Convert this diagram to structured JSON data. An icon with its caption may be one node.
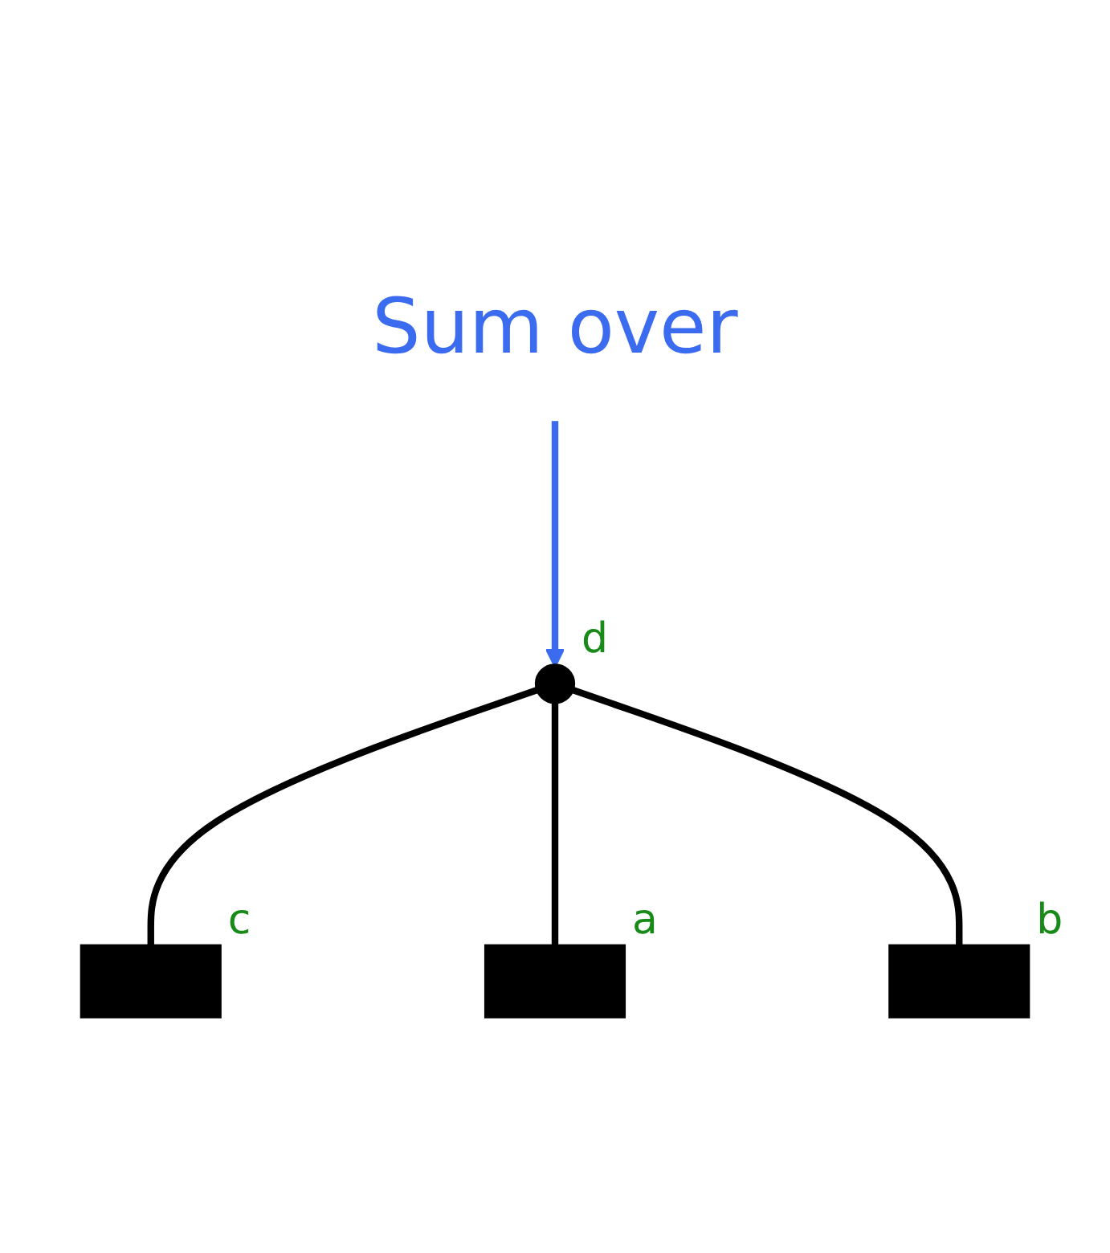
{
  "diagram": {
    "nodes": [
      {
        "text": [],
        "shape": "box",
        "beside": [
          "c"
        ]
      },
      {
        "text": [],
        "shape": "circle",
        "beside": [
          "d"
        ]
      },
      {
        "text": [
          "Sum over"
        ]
      },
      {
        "text": [],
        "shape": "box",
        "beside": [
          "a"
        ]
      },
      {
        "text": [],
        "shape": "box",
        "beside": [
          "b"
        ]
      }
    ],
    "edges": [
      {
        "from": 1,
        "to": 0,
        "arrow": "none"
      },
      {
        "from": 2,
        "to": 1,
        "arrow": "to",
        "color": "#3b6cf0"
      },
      {
        "from": 1,
        "to": 3,
        "arrow": "none"
      },
      {
        "from": 1,
        "to": 4,
        "arrow": "none"
      }
    ]
  }
}
